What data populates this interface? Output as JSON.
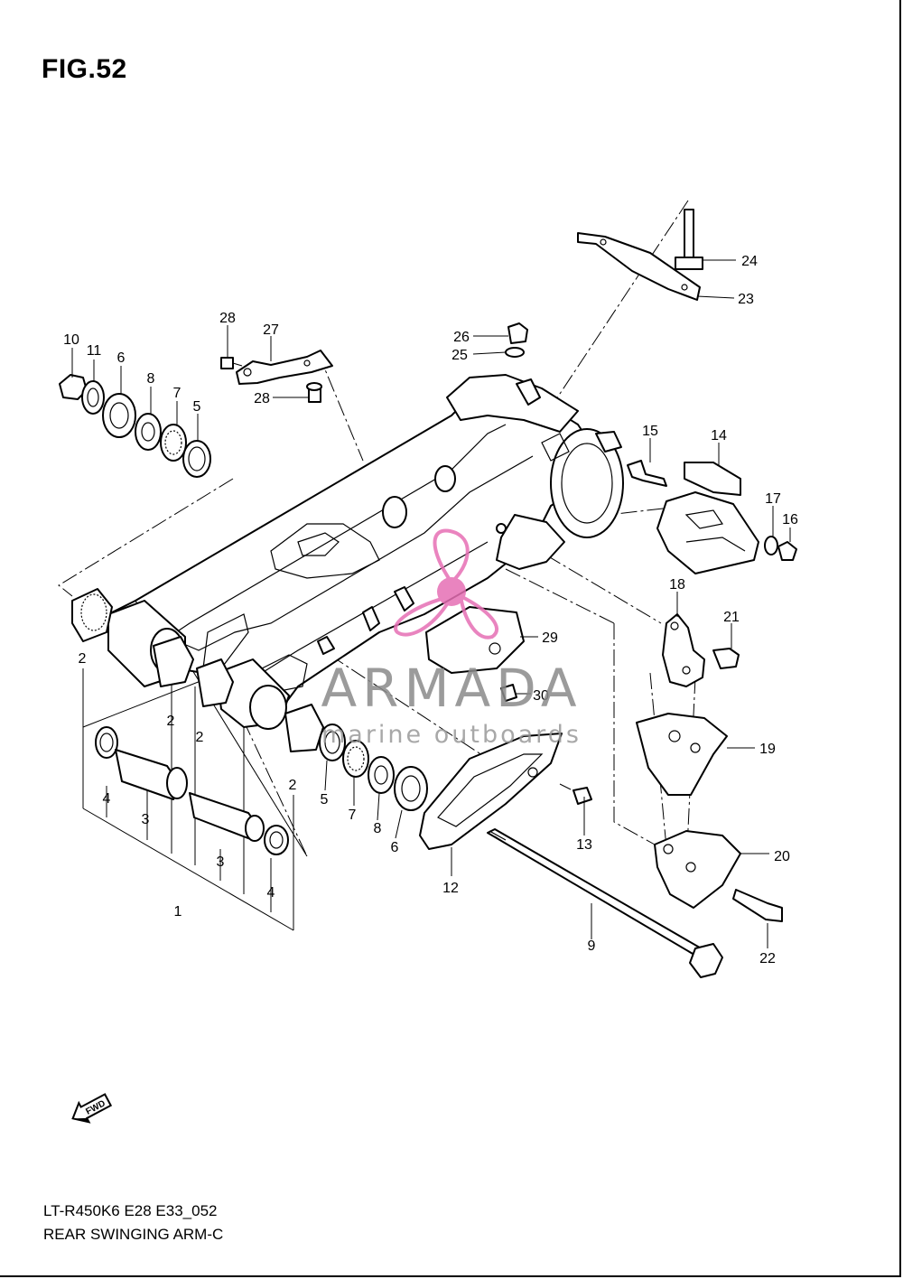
{
  "figure": {
    "title": "FIG.52"
  },
  "footer": {
    "model_code": "LT-R450K6 E28 E33_052",
    "caption": "REAR SWINGING ARM-C"
  },
  "watermark": {
    "brand": "ARMADA",
    "tagline": "marine outboards",
    "colors": {
      "text": "#8a8a8a",
      "logo": "#e66fb4"
    }
  },
  "fwd_marker": {
    "label": "FWD",
    "icon": "forward-arrow-icon"
  },
  "callouts": {
    "c1": "1",
    "c2a": "2",
    "c2b": "2",
    "c2c": "2",
    "c2d": "2",
    "c3a": "3",
    "c3b": "3",
    "c4a": "4",
    "c4b": "4",
    "c5a": "5",
    "c5b": "5",
    "c6a": "6",
    "c6b": "6",
    "c7a": "7",
    "c7b": "7",
    "c8a": "8",
    "c8b": "8",
    "c9": "9",
    "c10": "10",
    "c11": "11",
    "c12": "12",
    "c13": "13",
    "c14": "14",
    "c15": "15",
    "c16": "16",
    "c17": "17",
    "c18": "18",
    "c19": "19",
    "c20": "20",
    "c21": "21",
    "c22": "22",
    "c23": "23",
    "c24": "24",
    "c25": "25",
    "c26": "26",
    "c27": "27",
    "c28a": "28",
    "c28b": "28",
    "c29": "29",
    "c30": "30"
  }
}
